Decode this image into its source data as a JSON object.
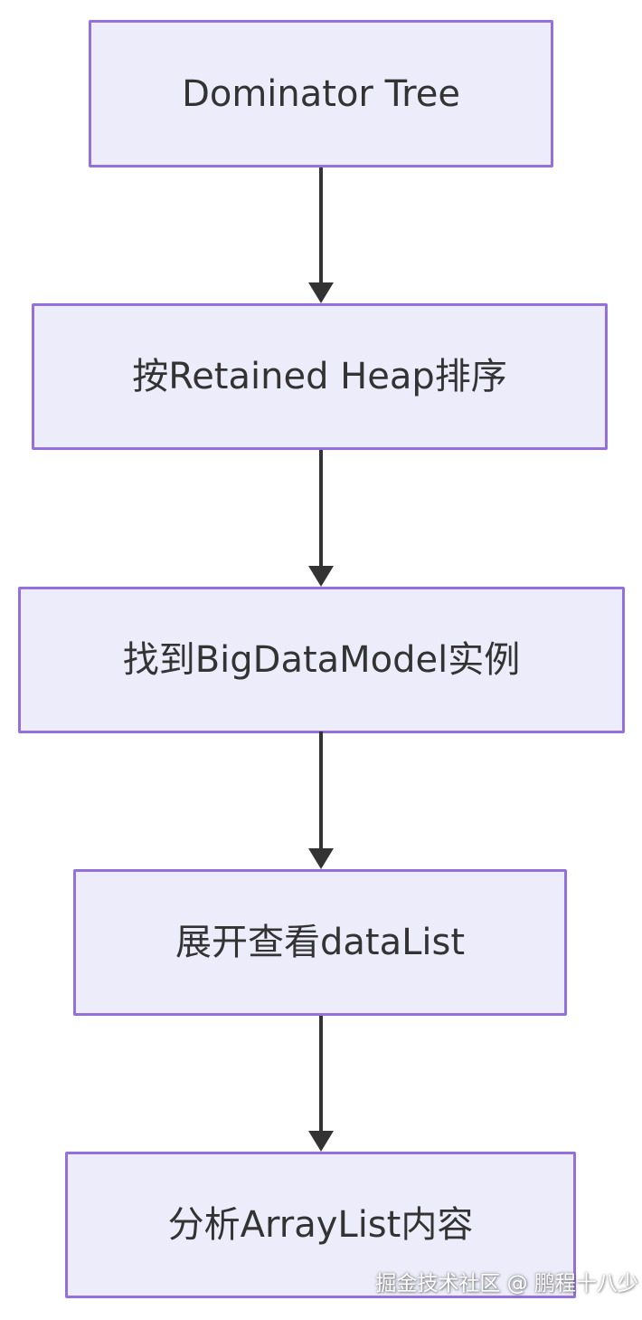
{
  "diagram": {
    "type": "flowchart",
    "direction": "top-down",
    "colors": {
      "node_fill": "#ececfa",
      "node_border": "#9370db",
      "node_text": "#333333",
      "arrow": "#333333",
      "background": "#ffffff"
    },
    "nodes": [
      {
        "id": "step1",
        "label": "Dominator Tree"
      },
      {
        "id": "step2",
        "label": "按Retained Heap排序"
      },
      {
        "id": "step3",
        "label": "找到BigDataModel实例"
      },
      {
        "id": "step4",
        "label": "展开查看dataList"
      },
      {
        "id": "step5",
        "label": "分析ArrayList内容"
      }
    ],
    "edges": [
      {
        "from": "step1",
        "to": "step2"
      },
      {
        "from": "step2",
        "to": "step3"
      },
      {
        "from": "step3",
        "to": "step4"
      },
      {
        "from": "step4",
        "to": "step5"
      }
    ]
  },
  "watermark": {
    "text": "掘金技术社区 @ 鹏程十八少"
  }
}
